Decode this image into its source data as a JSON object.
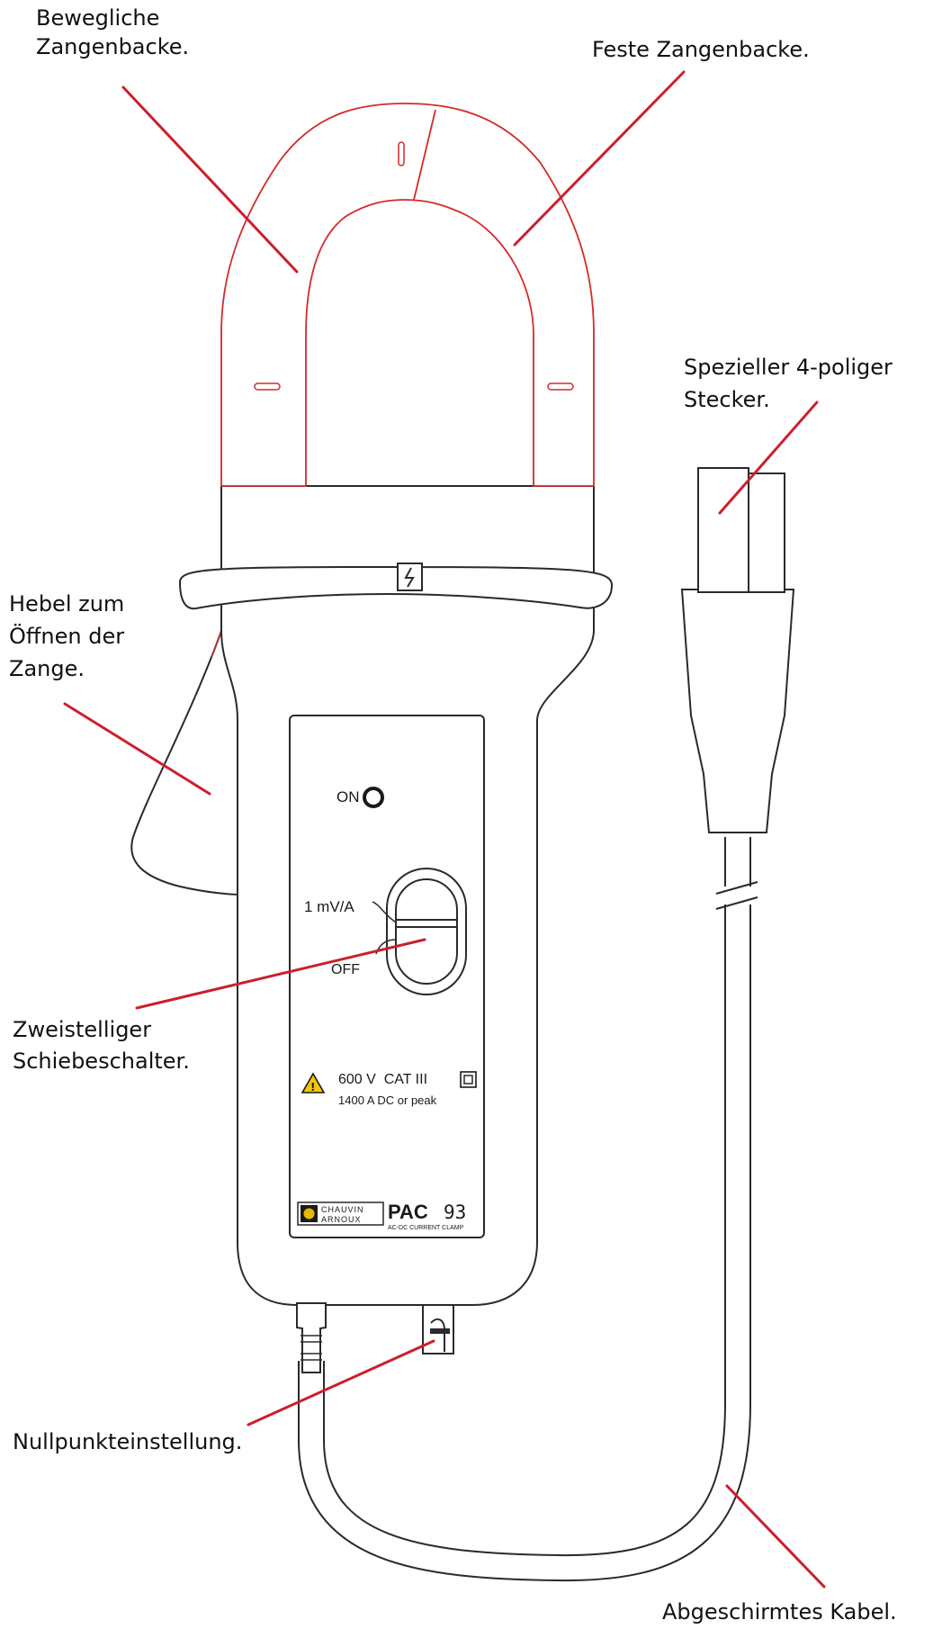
{
  "labels": {
    "movable_jaw": [
      "Bewegliche",
      "Zangenbacke."
    ],
    "fixed_jaw": "Feste Zangenbacke.",
    "connector": [
      "Spezieller 4-poliger",
      "Stecker."
    ],
    "lever": [
      "Hebel zum",
      "Öffnen der",
      "Zange."
    ],
    "switch": [
      "Zweistelliger",
      "Schiebeschalter."
    ],
    "zero_adjust": "Nullpunkteinstellung.",
    "cable": "Abgeschirmtes Kabel."
  },
  "device": {
    "on_label": "ON",
    "switch_pos_1": "1 mV/A",
    "switch_pos_2": "OFF",
    "rating_line_1": "600 V  CAT III",
    "rating_line_2": "1400 A DC or peak",
    "brand_line_1": "CHAUVIN",
    "brand_line_2": "ARNOUX",
    "model": "PAC",
    "model_number": "93",
    "model_subtitle": "AC-DC CURRENT CLAMP"
  },
  "colors": {
    "leader_lines": "#cc1f2c",
    "jaw_outline": "#d42a2a",
    "body_outline": "#2a2a2a",
    "warning_yellow": "#f2c600"
  },
  "icons": [
    "warning-triangle-icon",
    "double-insulation-icon",
    "lightning-icon",
    "brand-logo-icon"
  ]
}
